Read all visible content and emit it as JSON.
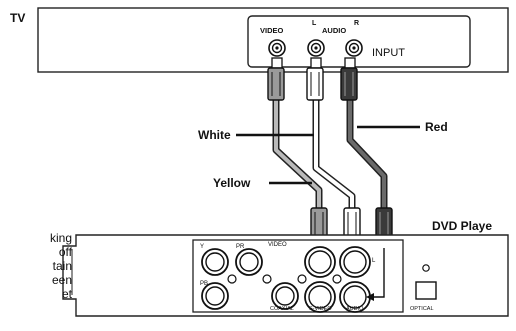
{
  "tv": {
    "label": "TV",
    "video": "VIDEO",
    "audio": "AUDIO",
    "left": "L",
    "right": "R",
    "input": "INPUT"
  },
  "cables": {
    "white": "White",
    "yellow": "Yellow",
    "red": "Red"
  },
  "dvd": {
    "label": "DVD Playe",
    "y": "Y",
    "pr": "PR",
    "pb": "PB",
    "video": "VIDEO",
    "left": "L",
    "coaxial": "COAXIAL",
    "svideo": "S-VIDEO",
    "audio": "AUDIO",
    "optical": "OPTICAL"
  },
  "side_text": [
    "king",
    "off",
    "tain",
    "een",
    "et"
  ]
}
